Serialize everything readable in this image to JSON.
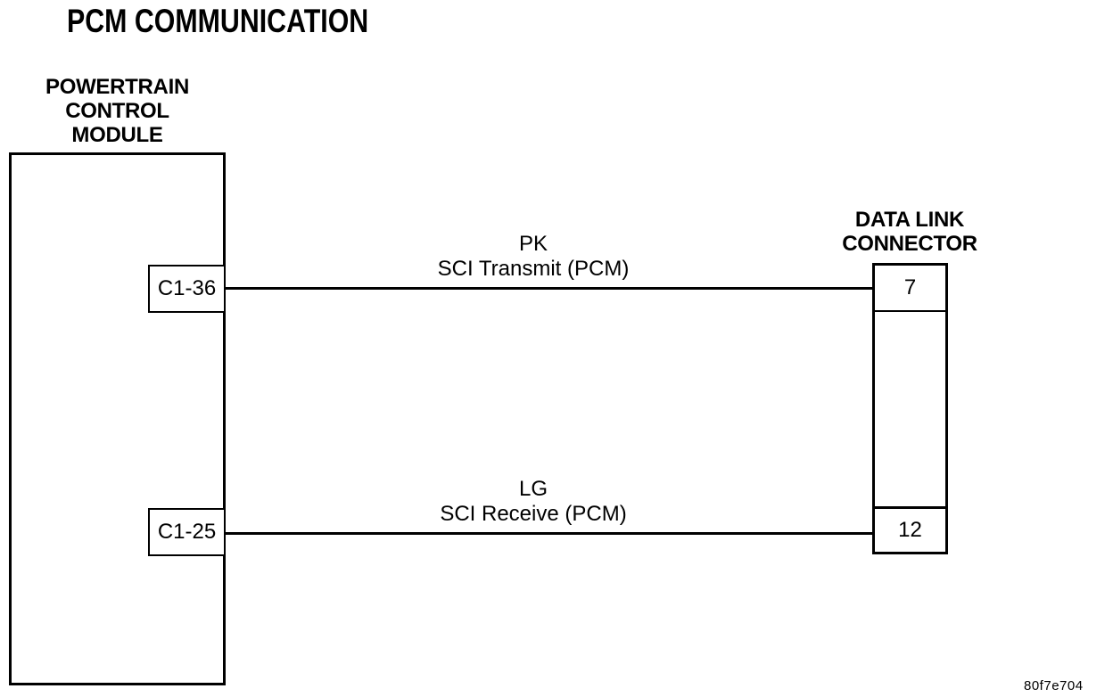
{
  "title": "PCM COMMUNICATION",
  "figure_code": "80f7e704",
  "colors": {
    "line": "#000000",
    "background": "#ffffff",
    "text": "#000000"
  },
  "pcm_module": {
    "label_line1": "POWERTRAIN",
    "label_line2": "CONTROL",
    "label_line3": "MODULE",
    "pins": [
      {
        "id": "C1-36"
      },
      {
        "id": "C1-25"
      }
    ]
  },
  "data_link_connector": {
    "label_line1": "DATA LINK",
    "label_line2": "CONNECTOR",
    "pins": [
      {
        "id": "7"
      },
      {
        "id": "12"
      }
    ]
  },
  "wires": [
    {
      "color_code": "PK",
      "signal": "SCI Transmit (PCM)",
      "from_pin": "C1-36",
      "to_pin": "7"
    },
    {
      "color_code": "LG",
      "signal": "SCI Receive (PCM)",
      "from_pin": "C1-25",
      "to_pin": "12"
    }
  ]
}
